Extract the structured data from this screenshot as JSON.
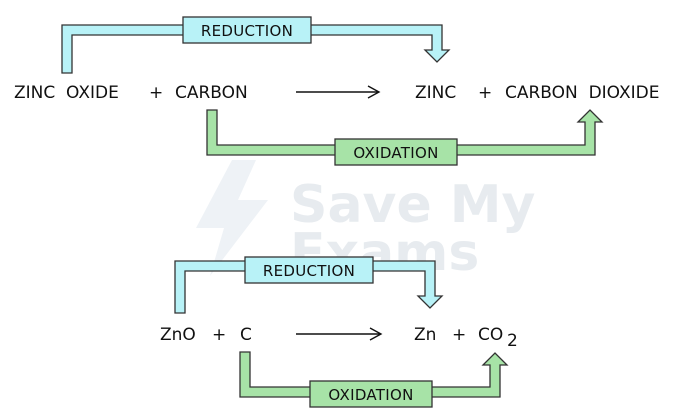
{
  "colors": {
    "reduction_fill": "#b8f2f7",
    "oxidation_fill": "#a7e3a7",
    "outline": "#333333",
    "text": "#111111",
    "watermark": "#e7ebef"
  },
  "watermark": {
    "line1": "Save My",
    "line2": "Exams",
    "logo_icon": "lightning-bolt-icon"
  },
  "word_equation": {
    "reactant_1": "ZINC  OXIDE",
    "plus_1": "+",
    "reactant_2": "CARBON",
    "product_1": "ZINC",
    "plus_2": "+",
    "product_2": "CARBON  DIOXIDE",
    "reduction_label": "REDUCTION",
    "oxidation_label": "OXIDATION"
  },
  "symbol_equation": {
    "reactant_1": "ZnO",
    "plus_1": "+",
    "reactant_2": "C",
    "product_1": "Zn",
    "plus_2": "+",
    "product_2_main": "CO",
    "product_2_sub": "2",
    "reduction_label": "REDUCTION",
    "oxidation_label": "OXIDATION"
  }
}
